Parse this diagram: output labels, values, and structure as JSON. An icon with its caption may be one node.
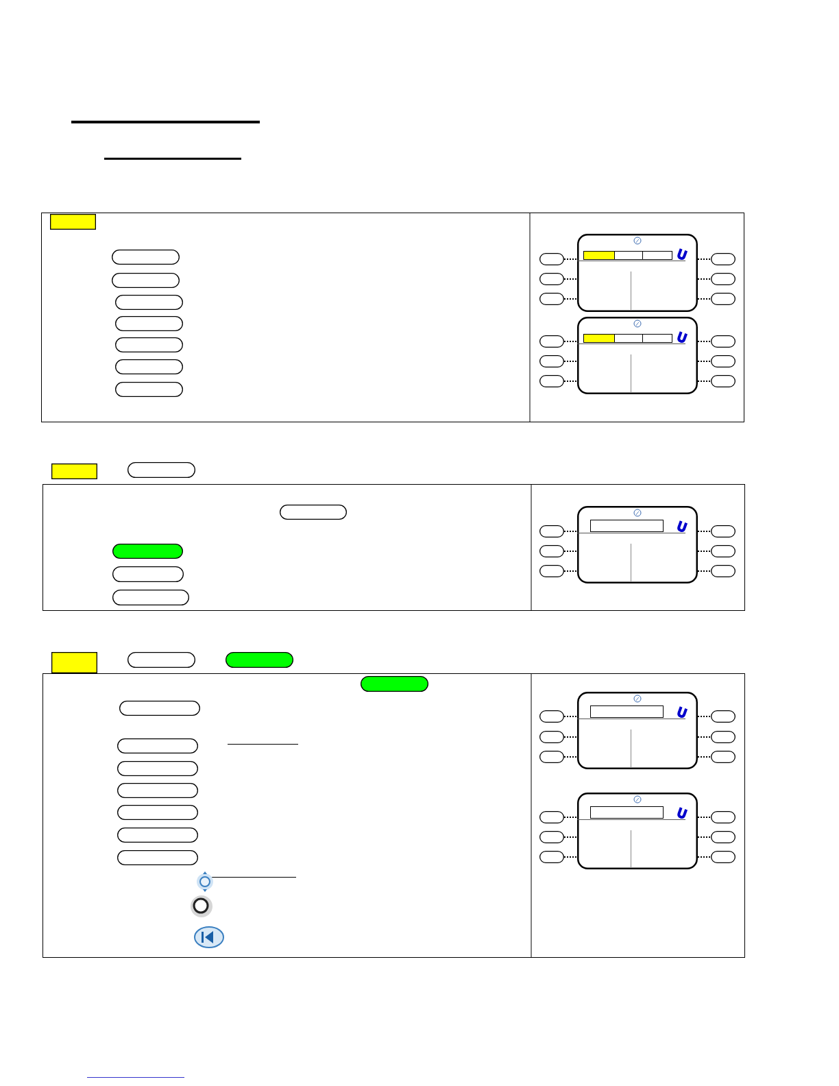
{
  "diagram": {
    "nodes": [
      {
        "text": [],
        "shape": "box"
      },
      {
        "text": [],
        "shape": "pill"
      },
      {
        "text": [],
        "shape": "pill"
      },
      {
        "text": [],
        "shape": "pill"
      },
      {
        "text": [],
        "shape": "pill"
      },
      {
        "text": [],
        "shape": "pill"
      },
      {
        "text": [],
        "shape": "pill"
      },
      {
        "text": [],
        "shape": "pill"
      },
      {
        "text": [],
        "shape": "box"
      },
      {
        "text": [],
        "shape": "pill"
      },
      {
        "text": [],
        "shape": "pill"
      },
      {
        "text": [],
        "shape": "pill"
      },
      {
        "text": [],
        "shape": "pill"
      },
      {
        "text": [],
        "shape": "pill"
      },
      {
        "text": [],
        "shape": "pill"
      },
      {
        "text": [],
        "shape": "box"
      },
      {
        "text": [],
        "shape": "pill"
      },
      {
        "text": [],
        "shape": "pill"
      },
      {
        "text": [],
        "shape": "pill"
      },
      {
        "text": [],
        "shape": "pill"
      },
      {
        "text": [],
        "shape": "pill"
      },
      {
        "text": [],
        "shape": "pill"
      },
      {
        "text": [],
        "shape": "box"
      },
      {
        "text": [],
        "shape": "pill"
      },
      {
        "text": [],
        "shape": "pill"
      },
      {
        "text": [],
        "shape": "pill"
      },
      {
        "text": [],
        "shape": "pill"
      },
      {
        "text": [],
        "shape": "pill"
      },
      {
        "text": [],
        "shape": "box"
      },
      {
        "text": [],
        "shape": "pill"
      },
      {
        "text": [],
        "shape": "pill"
      },
      {
        "text": [],
        "shape": "pill"
      },
      {
        "text": [],
        "shape": "pill"
      },
      {
        "text": [],
        "shape": "pill"
      },
      {
        "text": [],
        "shape": "pill"
      },
      {
        "text": [],
        "shape": "box"
      },
      {
        "text": [],
        "shape": "pill"
      },
      {
        "text": [],
        "shape": "pill"
      },
      {
        "text": [],
        "shape": "pill"
      },
      {
        "text": [],
        "shape": "pill"
      },
      {
        "text": [],
        "shape": "pill"
      },
      {
        "text": [],
        "shape": "pill"
      },
      {
        "text": [],
        "shape": "pill"
      },
      {
        "text": [],
        "shape": "pill"
      },
      {
        "text": [],
        "shape": "pill"
      },
      {
        "text": [],
        "shape": "pill"
      },
      {
        "text": [],
        "shape": "box"
      },
      {
        "text": [],
        "shape": "pill"
      },
      {
        "text": [],
        "shape": "pill"
      },
      {
        "text": [],
        "shape": "pill"
      },
      {
        "text": [],
        "shape": "pill"
      },
      {
        "text": [],
        "shape": "pill"
      },
      {
        "text": [],
        "shape": "pill"
      },
      {
        "text": [],
        "shape": "box"
      },
      {
        "text": [],
        "shape": "pill"
      },
      {
        "text": [],
        "shape": "pill"
      },
      {
        "text": [],
        "shape": "pill"
      },
      {
        "text": [],
        "shape": "pill"
      },
      {
        "text": [],
        "shape": "pill"
      },
      {
        "text": [],
        "shape": "pill"
      }
    ],
    "edges": [
      {
        "from": 9,
        "to": 8,
        "arrow": "none",
        "style": "dashed"
      },
      {
        "from": 10,
        "to": 8,
        "arrow": "none",
        "style": "dashed"
      },
      {
        "from": 11,
        "to": 8,
        "arrow": "none",
        "style": "dashed"
      },
      {
        "from": 8,
        "to": 12,
        "arrow": "none",
        "style": "dashed"
      },
      {
        "from": 8,
        "to": 13,
        "arrow": "none",
        "style": "dashed"
      },
      {
        "from": 8,
        "to": 14,
        "arrow": "none",
        "style": "dashed"
      },
      {
        "from": 16,
        "to": 15,
        "arrow": "none",
        "style": "dashed"
      },
      {
        "from": 17,
        "to": 15,
        "arrow": "none",
        "style": "dashed"
      },
      {
        "from": 18,
        "to": 15,
        "arrow": "none",
        "style": "dashed"
      },
      {
        "from": 15,
        "to": 19,
        "arrow": "none",
        "style": "dashed"
      },
      {
        "from": 15,
        "to": 20,
        "arrow": "none",
        "style": "dashed"
      },
      {
        "from": 15,
        "to": 21,
        "arrow": "none",
        "style": "dashed"
      },
      {
        "from": 29,
        "to": 28,
        "arrow": "none",
        "style": "dashed"
      },
      {
        "from": 30,
        "to": 28,
        "arrow": "none",
        "style": "dashed"
      },
      {
        "from": 31,
        "to": 28,
        "arrow": "none",
        "style": "dashed"
      },
      {
        "from": 28,
        "to": 32,
        "arrow": "none",
        "style": "dashed"
      },
      {
        "from": 28,
        "to": 33,
        "arrow": "none",
        "style": "dashed"
      },
      {
        "from": 28,
        "to": 34,
        "arrow": "none",
        "style": "dashed"
      },
      {
        "from": 47,
        "to": 46,
        "arrow": "none",
        "style": "dashed"
      },
      {
        "from": 48,
        "to": 46,
        "arrow": "none",
        "style": "dashed"
      },
      {
        "from": 49,
        "to": 46,
        "arrow": "none",
        "style": "dashed"
      },
      {
        "from": 46,
        "to": 50,
        "arrow": "none",
        "style": "dashed"
      },
      {
        "from": 46,
        "to": 51,
        "arrow": "none",
        "style": "dashed"
      },
      {
        "from": 46,
        "to": 52,
        "arrow": "none",
        "style": "dashed"
      },
      {
        "from": 54,
        "to": 53,
        "arrow": "none",
        "style": "dashed"
      },
      {
        "from": 55,
        "to": 53,
        "arrow": "none",
        "style": "dashed"
      },
      {
        "from": 56,
        "to": 53,
        "arrow": "none",
        "style": "dashed"
      },
      {
        "from": 53,
        "to": 57,
        "arrow": "none",
        "style": "dashed"
      },
      {
        "from": 53,
        "to": 58,
        "arrow": "none",
        "style": "dashed"
      },
      {
        "from": 53,
        "to": 59,
        "arrow": "none",
        "style": "dashed"
      }
    ]
  }
}
